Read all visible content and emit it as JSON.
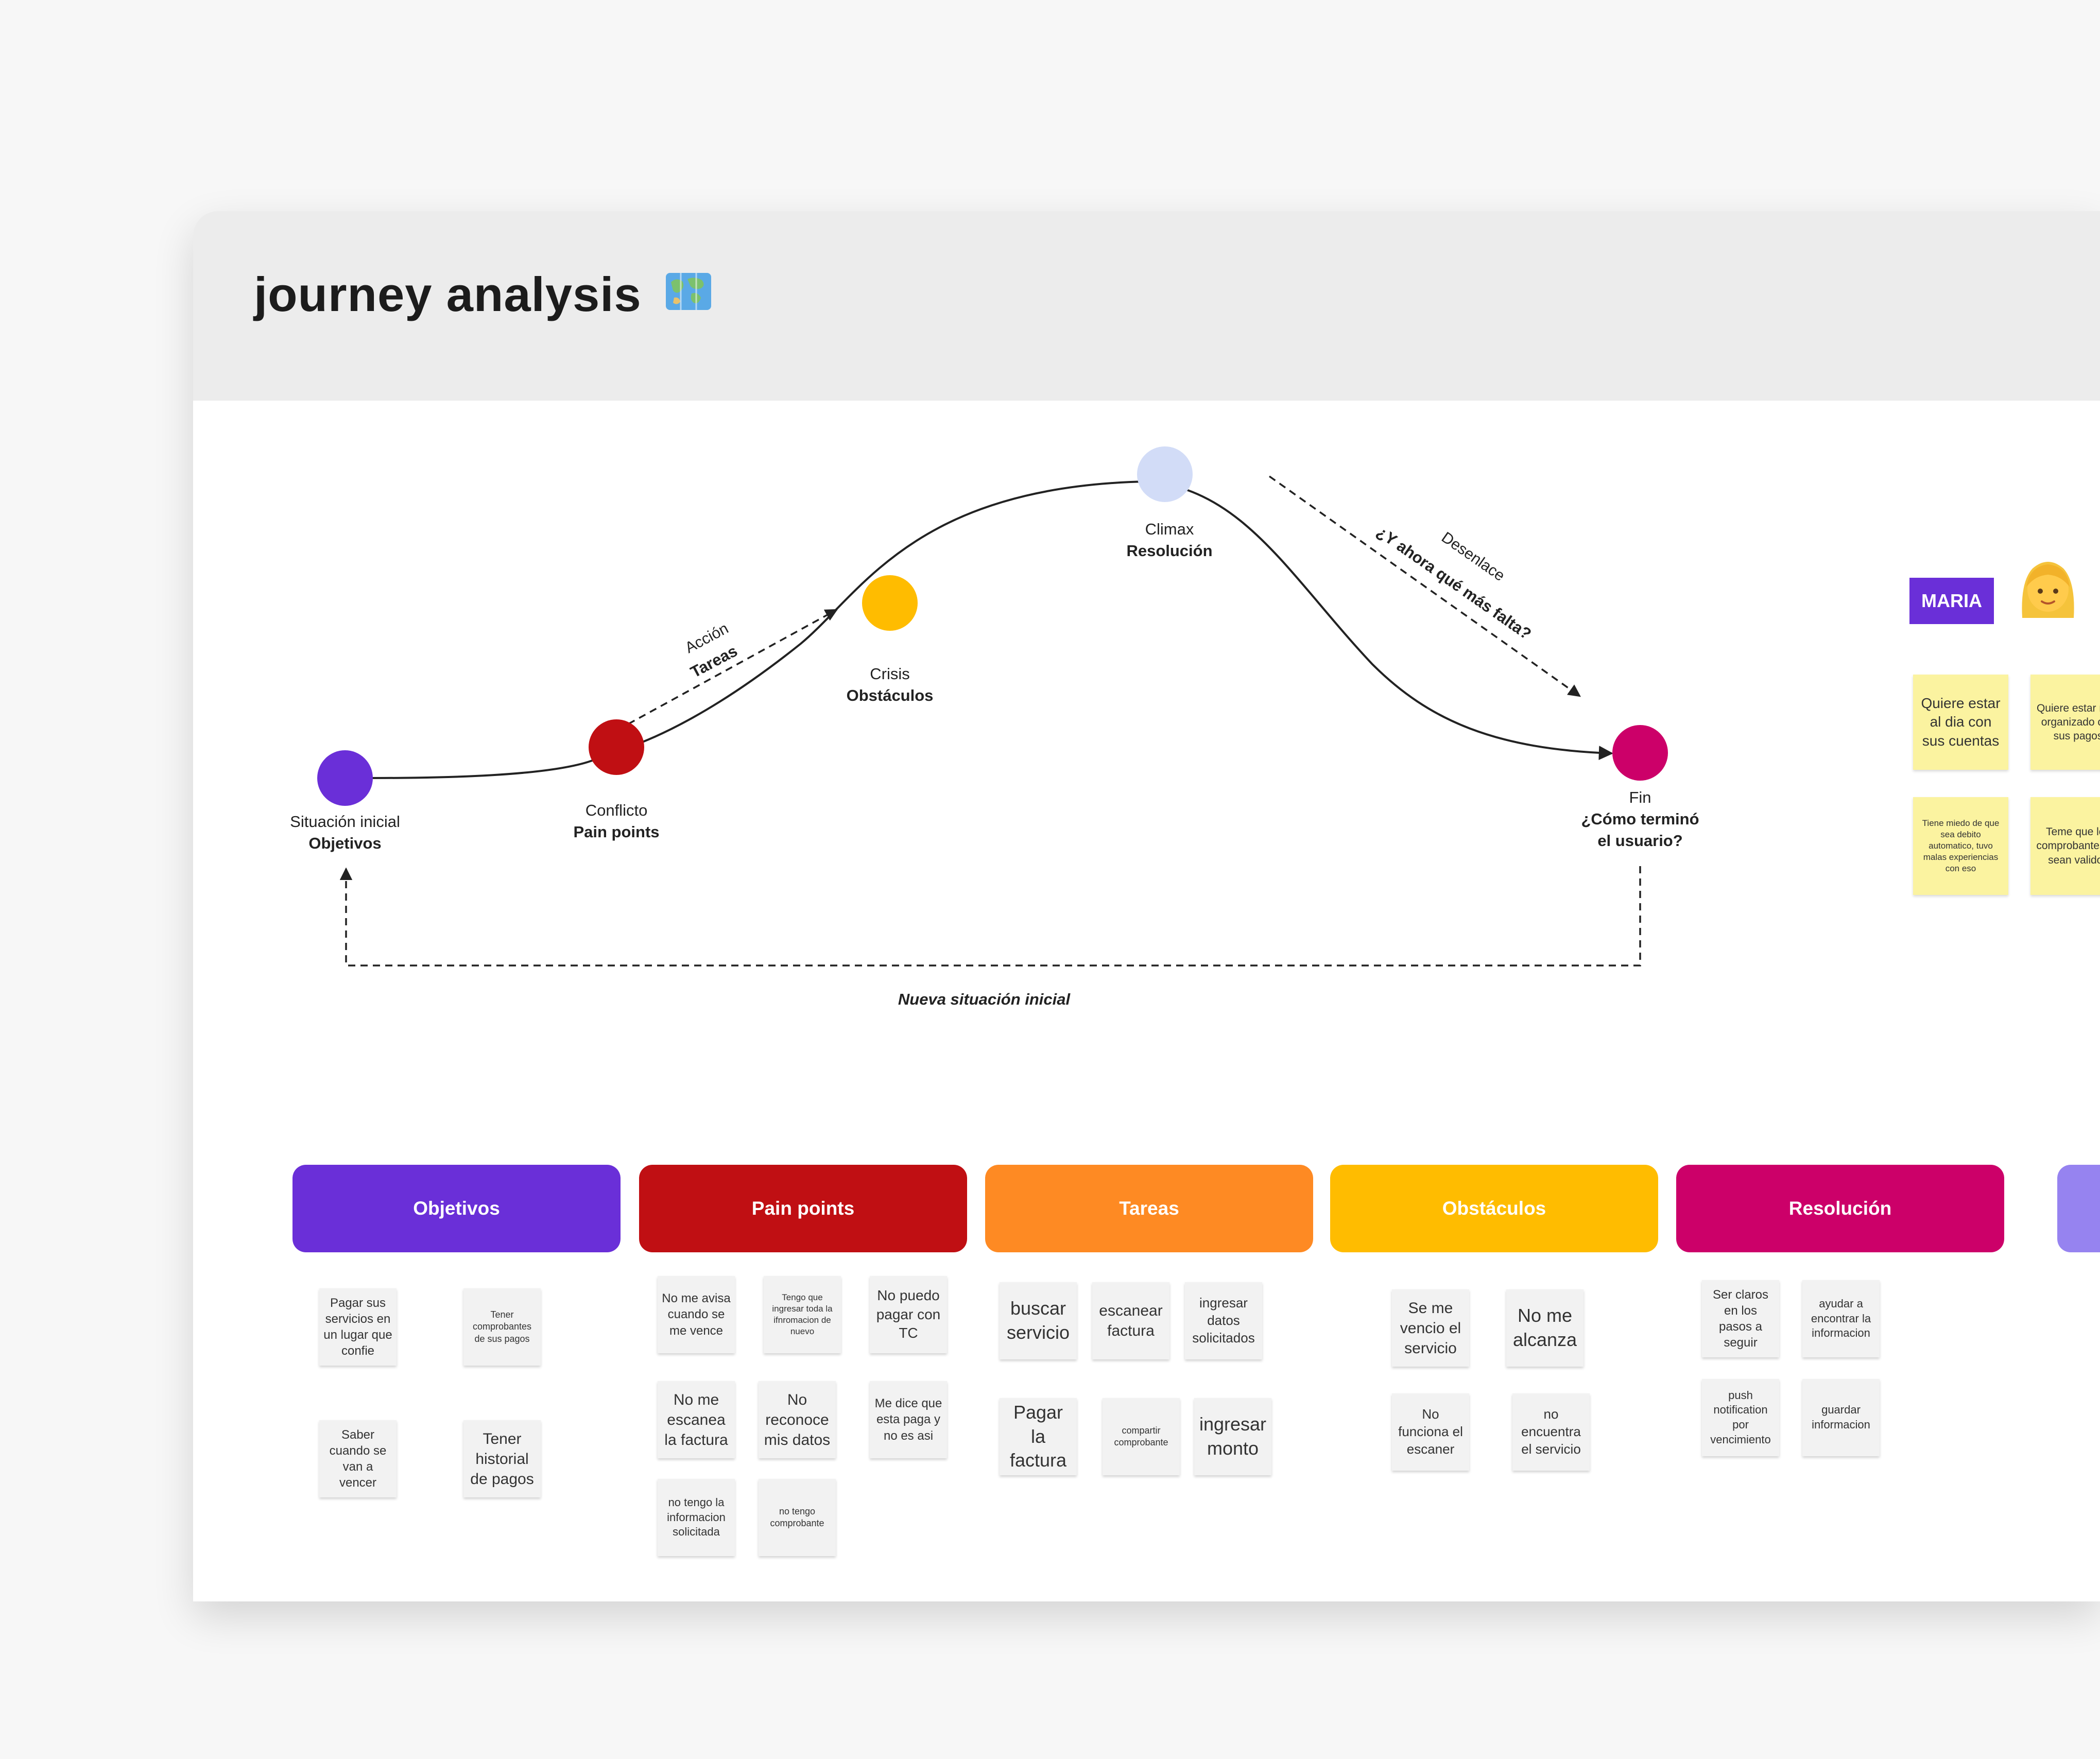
{
  "board": {
    "title": "journey analysis",
    "icon": "world-map-icon"
  },
  "journey": {
    "points": [
      {
        "label": "Situación inicial",
        "sub": "Objetivos",
        "color": "#6a2fd8"
      },
      {
        "label": "Conflicto",
        "sub": "Pain points",
        "color": "#c00f13"
      },
      {
        "label": "Crisis",
        "sub": "Obstáculos",
        "color": "#ffbc00"
      },
      {
        "label": "Climax",
        "sub": "Resolución",
        "color": "#d2dcf7"
      },
      {
        "label": "Fin",
        "sub": "¿Cómo terminó el usuario?",
        "color": "#cc0069"
      }
    ],
    "accion": {
      "label": "Acción",
      "sub": "Tareas"
    },
    "desenlace": {
      "label": "Desenlace",
      "sub": "¿Y ahora qué más falta?"
    },
    "loop_label": "Nueva situación inicial"
  },
  "persona": {
    "name": "MARIA",
    "avatar": "woman-blond-hair-icon",
    "notes": [
      "Quiere estar al dia con sus cuentas",
      "Quiere estar mas organizado con sus pagos",
      "Tiene miedo de que sea debito automatico, tuvo malas experiencias con eso",
      "Teme que los comprobantes no sean validos"
    ]
  },
  "categories": [
    {
      "title": "Objetivos",
      "color": "#6a2fd8",
      "notes": [
        "Pagar sus servicios en un lugar que confie",
        "Tener comprobantes de sus pagos",
        "Saber cuando se van a vencer",
        "Tener historial de pagos"
      ]
    },
    {
      "title": "Pain points",
      "color": "#c00f13",
      "notes": [
        "No me avisa cuando se me vence",
        "Tengo que ingresar toda la ifnromacion de nuevo",
        "No puedo pagar con TC",
        "No me escanea la factura",
        "No reconoce mis datos",
        "Me dice que esta paga y no es asi",
        "no tengo la informacion solicitada",
        "no tengo comprobante"
      ]
    },
    {
      "title": "Tareas",
      "color": "#fe8a23",
      "notes": [
        "buscar servicio",
        "escanear factura",
        "ingresar datos solicitados",
        "Pagar la factura",
        "compartir comprobante",
        "ingresar monto"
      ]
    },
    {
      "title": "Obstáculos",
      "color": "#ffbc00",
      "notes": [
        "Se me vencio el servicio",
        "No me alcanza",
        "No funciona el escaner",
        "no encuentra el servicio"
      ]
    },
    {
      "title": "Resolución",
      "color": "#cc0069",
      "notes": [
        "Ser claros en los pasos a seguir",
        "ayudar a encontrar la informacion",
        "push notification por vencimiento",
        "guardar informacion"
      ]
    },
    {
      "title": "",
      "color": "#9683f0",
      "notes": []
    }
  ]
}
